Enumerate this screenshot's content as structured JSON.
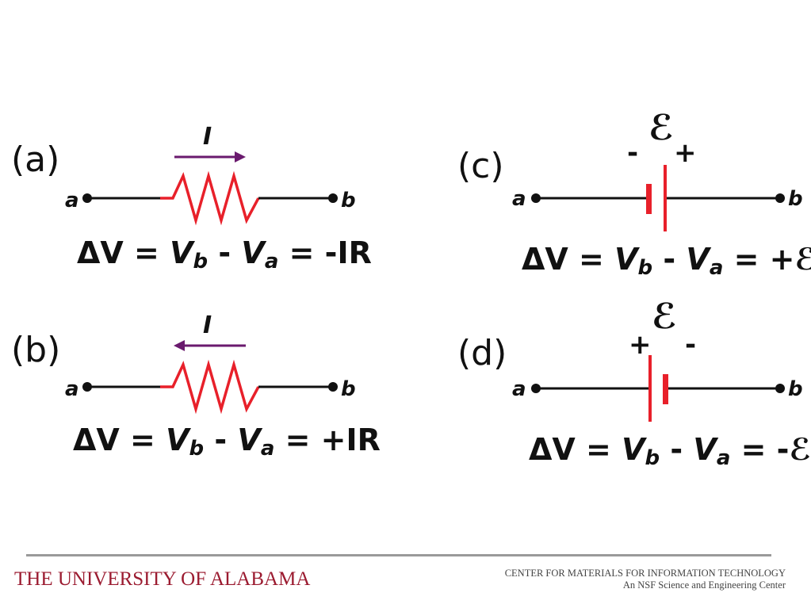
{
  "panels": {
    "a": {
      "label": "(a)",
      "current": "I",
      "node_left": "a",
      "node_right": "b",
      "eq_lhs": "ΔV =",
      "eq_vb": "V",
      "eq_b": "b",
      "eq_minus": " - ",
      "eq_va": "V",
      "eq_a": "a",
      "eq_rhs": " = -IR"
    },
    "b": {
      "label": "(b)",
      "current": "I",
      "node_left": "a",
      "node_right": "b",
      "eq_lhs": "ΔV =",
      "eq_vb": "V",
      "eq_b": "b",
      "eq_minus": " - ",
      "eq_va": "V",
      "eq_a": "a",
      "eq_rhs": " = +IR"
    },
    "c": {
      "label": "(c)",
      "emf": "ℰ",
      "sign_left": "-",
      "sign_right": "+",
      "node_left": "a",
      "node_right": "b",
      "eq_lhs": "ΔV =",
      "eq_vb": "V",
      "eq_b": "b",
      "eq_minus": " - ",
      "eq_va": "V",
      "eq_a": "a",
      "eq_rhs": " = +ℰ"
    },
    "d": {
      "label": "(d)",
      "emf": "ℰ",
      "sign_left": "+",
      "sign_right": "-",
      "node_left": "a",
      "node_right": "b",
      "eq_lhs": "ΔV =",
      "eq_vb": "V",
      "eq_b": "b",
      "eq_minus": " - ",
      "eq_va": "V",
      "eq_a": "a",
      "eq_rhs": " = -ℰ"
    }
  },
  "colors": {
    "resistor": "#e8202a",
    "arrow": "#6a1a6e",
    "battery": "#e8202a",
    "wire": "#111111"
  },
  "footer": {
    "university": "THE UNIVERSITY OF ALABAMA",
    "center_line1": "CENTER FOR MATERIALS FOR INFORMATION TECHNOLOGY",
    "center_line2": "An NSF Science and Engineering Center"
  }
}
